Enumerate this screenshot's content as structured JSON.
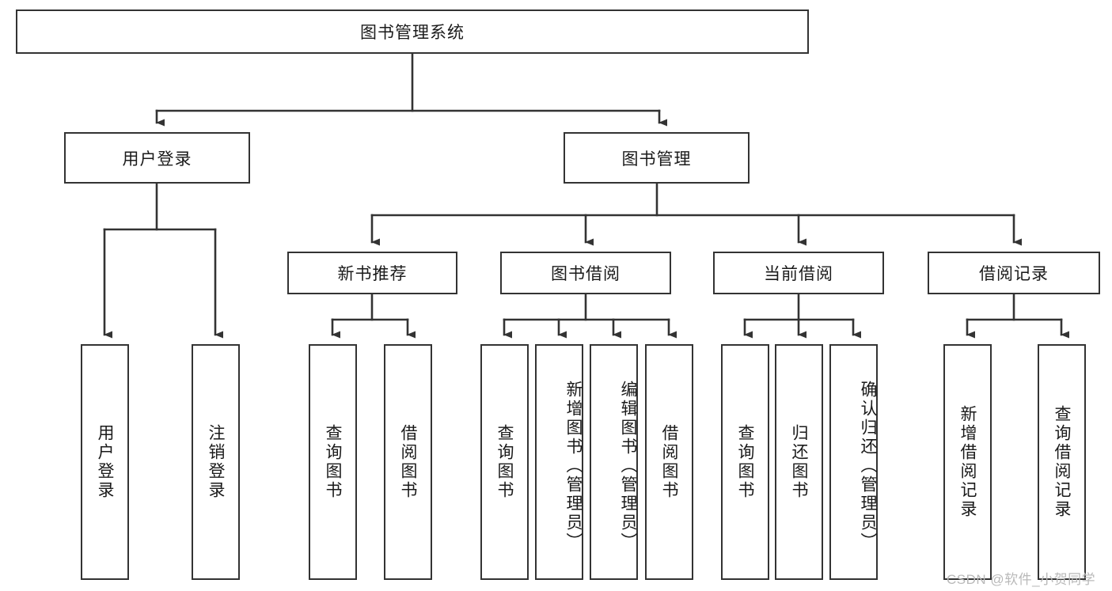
{
  "diagram": {
    "title": "图书管理系统",
    "type": "tree-hierarchy",
    "style": {
      "background": "#ffffff",
      "box_border": "#333333",
      "box_fill": "#ffffff",
      "text_color": "#1a1a1a",
      "connector": "#333333",
      "watermark_color": "#b9b9b9"
    },
    "root": {
      "label": "图书管理系统"
    },
    "level2": [
      {
        "label": "用户登录"
      },
      {
        "label": "图书管理"
      }
    ],
    "level3": [
      {
        "label": "新书推荐"
      },
      {
        "label": "图书借阅"
      },
      {
        "label": "当前借阅"
      },
      {
        "label": "借阅记录"
      }
    ],
    "leaves": [
      {
        "label": "用户登录"
      },
      {
        "label": "注销登录"
      },
      {
        "label": "查询图书"
      },
      {
        "label": "借阅图书"
      },
      {
        "label": "查询图书"
      },
      {
        "label": "新增图书（管理员）"
      },
      {
        "label": "编辑图书（管理员）"
      },
      {
        "label": "借阅图书"
      },
      {
        "label": "查询图书"
      },
      {
        "label": "归还图书"
      },
      {
        "label": "确认归还（管理员）"
      },
      {
        "label": "新增借阅记录"
      },
      {
        "label": "查询借阅记录"
      }
    ]
  },
  "watermark": {
    "text": "CSDN @软件_小贺同学"
  }
}
